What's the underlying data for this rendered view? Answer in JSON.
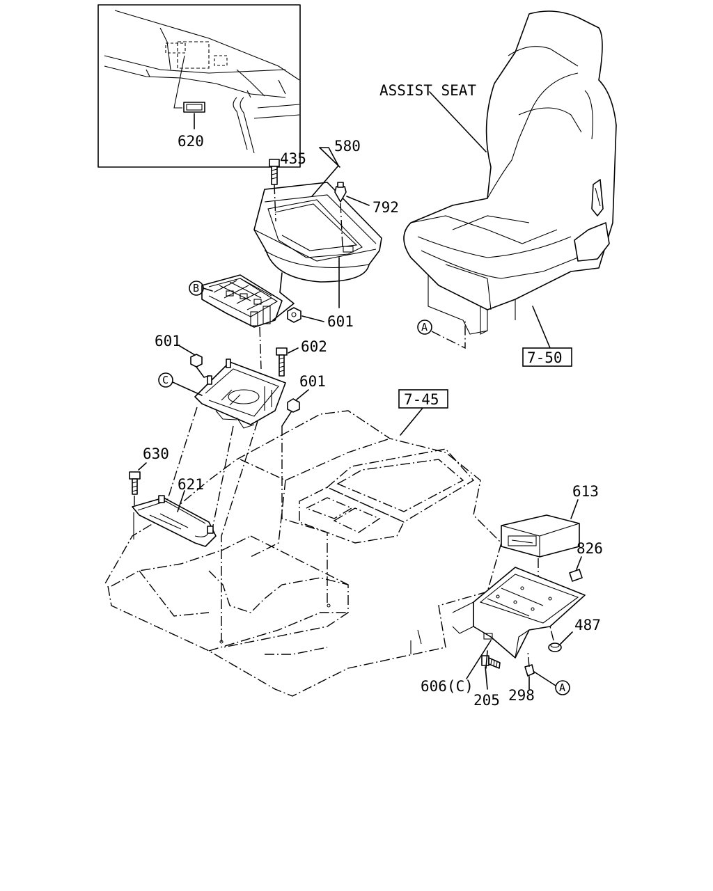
{
  "parts": {
    "p620": "620",
    "p580": "580",
    "p435": "435",
    "p792": "792",
    "p601a": "601",
    "p601b": "601",
    "p601c": "601",
    "p602": "602",
    "p630": "630",
    "p621": "621",
    "p613": "613",
    "p826": "826",
    "p487": "487",
    "p606c": "606(C)",
    "p205": "205",
    "p298": "298"
  },
  "refs": {
    "ref_7_50": "7-50",
    "ref_7_45": "7-45"
  },
  "callouts": {
    "a_seat": "A",
    "a_bracket": "A",
    "b": "B",
    "c": "C"
  },
  "captions": {
    "assist_seat": "ASSIST SEAT"
  }
}
